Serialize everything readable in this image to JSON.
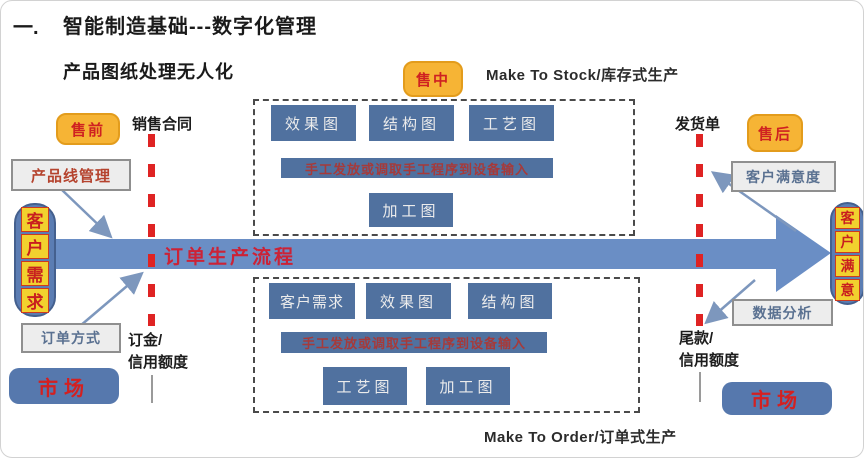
{
  "title": {
    "number": "一.",
    "text": "智能制造基础---数字化管理",
    "subtitle": "产品图纸处理无人化"
  },
  "badges": {
    "presale": "售前",
    "midsale": "售中",
    "aftersale": "售后"
  },
  "phase_labels": {
    "sales_contract": "销售合同",
    "delivery_note": "发货单",
    "deposit": "订金/\n信用额度",
    "balance": "尾款/\n信用额度"
  },
  "section_labels": {
    "make_to_stock": "Make To Stock/库存式生产",
    "make_to_order": "Make To Order/订单式生产"
  },
  "side_boxes": {
    "product_line": "产品线管理",
    "order_mode": "订单方式",
    "satisfaction": "客户满意度",
    "data_analysis": "数据分析"
  },
  "flow": {
    "arrow_label": "订单生产流程"
  },
  "markets": {
    "left": "市场",
    "right": "市场"
  },
  "vertical_badges": {
    "left": [
      "客",
      "户",
      "需",
      "求"
    ],
    "right": [
      "客",
      "户",
      "满",
      "意"
    ]
  },
  "mts_section": {
    "row1": [
      "效果图",
      "结构图",
      "工艺图"
    ],
    "highlight": "手工发放或调取手工程序到设备输入",
    "row2": [
      "加工图"
    ]
  },
  "mto_section": {
    "row1": [
      "客户需求",
      "效果图",
      "结构图"
    ],
    "highlight": "手工发放或调取手工程序到设备输入",
    "row2": [
      "工艺图",
      "加工图"
    ]
  },
  "colors": {
    "box_blue": "#50719f",
    "arrow_blue": "#6a8ec5",
    "pill_blue": "#5b7db3",
    "badge_orange": "#f6b435",
    "accent_red": "#d42020",
    "tile_yellow": "#f2d12e"
  }
}
